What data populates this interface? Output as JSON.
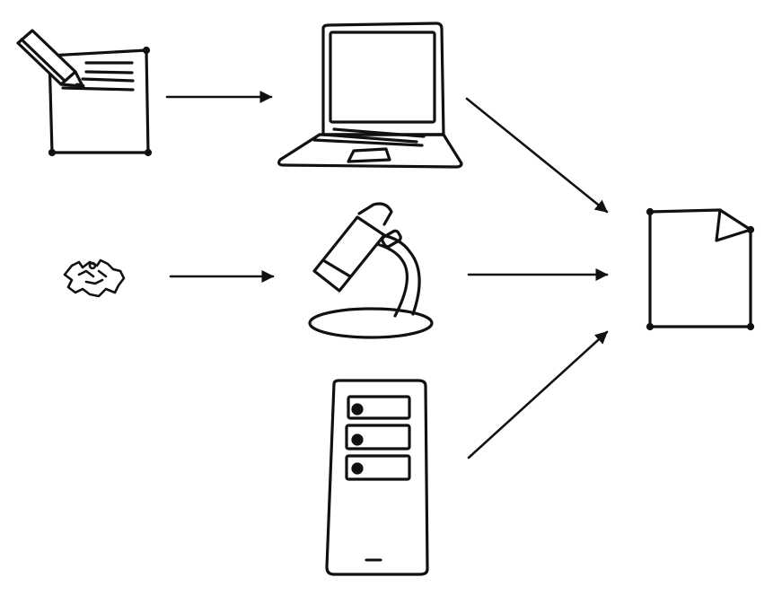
{
  "diagram": {
    "ink_color": "#111111",
    "background_color": "#ffffff",
    "nodes": [
      {
        "id": "handwritten-notes",
        "icon": "paper-with-pencil-icon"
      },
      {
        "id": "laptop",
        "icon": "laptop-icon"
      },
      {
        "id": "specimen",
        "icon": "specimen-fragment-icon"
      },
      {
        "id": "microscope",
        "icon": "microscope-icon"
      },
      {
        "id": "server",
        "icon": "server-tower-icon"
      },
      {
        "id": "output-document",
        "icon": "document-icon"
      }
    ],
    "edges": [
      {
        "from": "handwritten-notes",
        "to": "laptop"
      },
      {
        "from": "specimen",
        "to": "microscope"
      },
      {
        "from": "laptop",
        "to": "output-document"
      },
      {
        "from": "microscope",
        "to": "output-document"
      },
      {
        "from": "server",
        "to": "output-document"
      }
    ]
  }
}
